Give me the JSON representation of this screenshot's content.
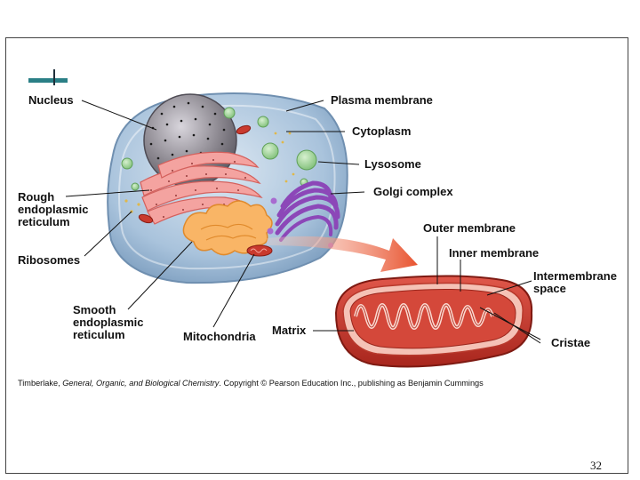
{
  "slide": {
    "labels": {
      "nucleus": "Nucleus",
      "plasma_membrane": "Plasma membrane",
      "cytoplasm": "Cytoplasm",
      "lysosome": "Lysosome",
      "golgi_complex": "Golgi complex",
      "rough_er": "Rough\nendoplasmic\nreticulum",
      "ribosomes": "Ribosomes",
      "smooth_er": "Smooth\nendoplasmic\nreticulum",
      "mitochondria": "Mitochondria",
      "outer_membrane": "Outer membrane",
      "inner_membrane": "Inner membrane",
      "intermembrane_space": "Intermembrane\nspace",
      "matrix": "Matrix",
      "cristae": "Cristae"
    },
    "caption": {
      "author": "Timberlake, ",
      "book_title": "General, Organic, and Biological Chemistry",
      "rest": ".  Copyright © Pearson Education Inc., publishing as Benjamin Cummings"
    },
    "page_number": "32"
  },
  "colors": {
    "accent": "#2a7f86",
    "cell": "#a9c3dc",
    "nucleus": "#8c8890",
    "rough_er": "#f08a8a",
    "smooth_er": "#f7a54a",
    "golgi": "#8c47b8",
    "lysosome": "#8fc98a",
    "mitochondrion": "#c93a2e"
  }
}
